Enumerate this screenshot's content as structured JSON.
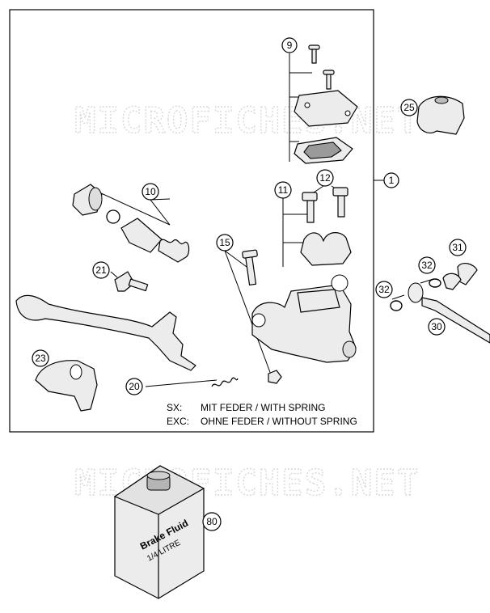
{
  "watermark": "MICROFICHES.NET",
  "callouts": [
    {
      "id": "c1",
      "label": "1"
    },
    {
      "id": "c9",
      "label": "9"
    },
    {
      "id": "c10",
      "label": "10"
    },
    {
      "id": "c11",
      "label": "11"
    },
    {
      "id": "c12",
      "label": "12"
    },
    {
      "id": "c15",
      "label": "15"
    },
    {
      "id": "c20",
      "label": "20"
    },
    {
      "id": "c21",
      "label": "21"
    },
    {
      "id": "c23",
      "label": "23"
    },
    {
      "id": "c25",
      "label": "25"
    },
    {
      "id": "c30",
      "label": "30"
    },
    {
      "id": "c31",
      "label": "31"
    },
    {
      "id": "c32a",
      "label": "32"
    },
    {
      "id": "c32b",
      "label": "32"
    },
    {
      "id": "c80",
      "label": "80"
    }
  ],
  "notes": {
    "sx_prefix": "SX:",
    "sx_text": "MIT FEDER / WITH SPRING",
    "exc_prefix": "EXC:",
    "exc_text": "OHNE FEDER / WITHOUT SPRING"
  },
  "bottle": {
    "line1": "Brake Fluid",
    "line2": "1/4 LITRE"
  }
}
